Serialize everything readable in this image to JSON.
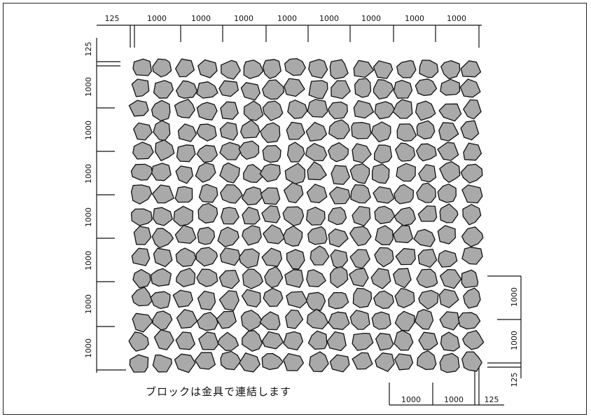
{
  "diagram": {
    "top_dimensions": [
      "125",
      "1000",
      "1000",
      "1000",
      "1000",
      "1000",
      "1000",
      "1000",
      "1000"
    ],
    "left_dimensions": [
      "125",
      "1000",
      "1000",
      "1000",
      "1000",
      "1000",
      "1000",
      "1000"
    ],
    "right_dimensions": [
      "1000",
      "1000",
      "125"
    ],
    "bottom_dimensions": [
      "1000",
      "1000",
      "125"
    ],
    "caption": "ブロックは金具で連結します",
    "stone_fill": "#a9a9a9",
    "outline_color": "#111111"
  }
}
